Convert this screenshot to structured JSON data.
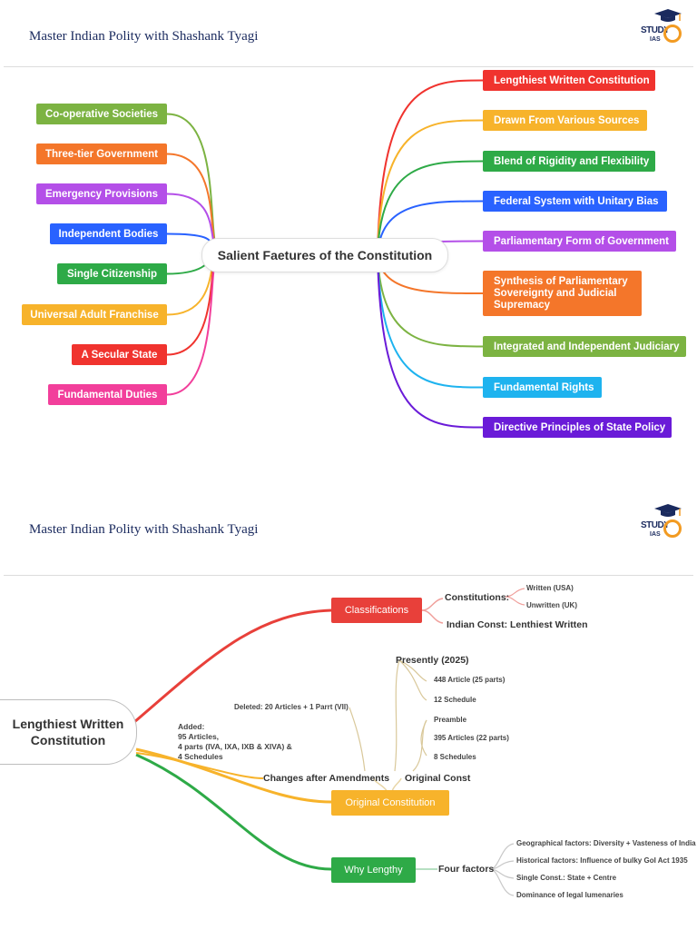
{
  "header_text": "Master Indian Polity with Shashank Tyagi",
  "logo": {
    "word": "STUDY",
    "number": "IQ",
    "sub": "IAS"
  },
  "page1": {
    "center": "Salient Faetures of the Constitution",
    "left": [
      {
        "label": "Co-operative Societies",
        "color": "#7cb342"
      },
      {
        "label": "Three-tier Government",
        "color": "#f4762a"
      },
      {
        "label": "Emergency Provisions",
        "color": "#b44fe8"
      },
      {
        "label": "Independent Bodies",
        "color": "#2962ff"
      },
      {
        "label": "Single Citizenship",
        "color": "#2eaa47"
      },
      {
        "label": "Universal Adult Franchise",
        "color": "#f7b32b"
      },
      {
        "label": "A Secular State",
        "color": "#f0332e"
      },
      {
        "label": "Fundamental Duties",
        "color": "#f23f9b"
      }
    ],
    "right": [
      {
        "label": "Lengthiest Written Constitution",
        "color": "#f0332e"
      },
      {
        "label": "Drawn From Various Sources",
        "color": "#f7b32b"
      },
      {
        "label": "Blend of Rigidity and Flexibility",
        "color": "#2eaa47"
      },
      {
        "label": "Federal System with Unitary Bias",
        "color": "#2962ff"
      },
      {
        "label": "Parliamentary Form of Government",
        "color": "#b44fe8"
      },
      {
        "label": "Synthesis of Parliamentary Sovereignty and Judicial Supremacy",
        "color": "#f4762a"
      },
      {
        "label": "Integrated and Independent Judiciary",
        "color": "#7cb342"
      },
      {
        "label": "Fundamental Rights",
        "color": "#1eb3ef"
      },
      {
        "label": "Directive Principles of State Policy",
        "color": "#6a1bd8"
      }
    ]
  },
  "page2": {
    "root": "Lengthiest Written Constitution",
    "classifications": {
      "label": "Classifications",
      "color": "#e8403a",
      "constitutions": "Constitutions:",
      "written": "Written (USA)",
      "unwritten": "Unwritten (UK)",
      "indian": "Indian Const: Lenthiest Written"
    },
    "original": {
      "label": "Original Constitution",
      "color": "#f7b32b",
      "changes": "Changes after Amendments",
      "deleted": "Deleted: 20 Articles + 1 Parrt (VII)",
      "added": "Added:\n95 Articles,\n4 parts (IVA, IXA, IXB & XIVA) &\n4 Schedules",
      "presently": "Presently (2025)",
      "present_items": [
        "448 Article (25 parts)",
        "12 Schedule"
      ],
      "original_const": "Original Const",
      "original_items": [
        "Preamble",
        "395 Articles (22 parts)",
        "8 Schedules"
      ]
    },
    "why": {
      "label": "Why Lengthy",
      "color": "#2eaa47",
      "four": "Four factors",
      "factors": [
        "Geographical factors: Diversity + Vasteness of India",
        "Historical factors: Influence of bulky GoI Act 1935",
        "Single Const.: State + Centre",
        "Dominance of legal lumenaries"
      ]
    }
  }
}
